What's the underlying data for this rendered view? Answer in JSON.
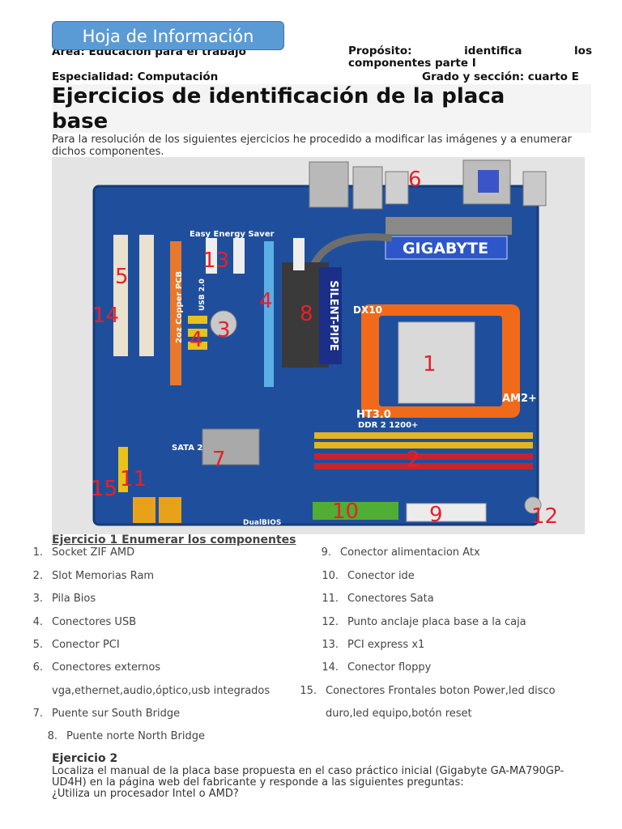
{
  "header": {
    "tab_label": "Hoja de Información",
    "area": "Area: Educación para el trabajo",
    "purpose_line1": "Propósito: identifica los",
    "purpose_line2": "componentes parte I",
    "especialidad": "Especialidad: Computación",
    "grado": "Grado y sección: cuarto E"
  },
  "doc": {
    "title": "Ejercicios de identificación de la placa base",
    "intro": "Para la resolución de los siguientes ejercicios he procedido a modificar las imágenes y a enumerar dichos componentes."
  },
  "photo": {
    "brand": "GIGABYTE",
    "cooler": "SILENT-PIPE",
    "dx10": "DX10",
    "ht30": "HT3.0",
    "am2": "AM2+",
    "ddr": "DDR 2 1200+",
    "sata": "SATA 2",
    "dualbios": "DualBIOS",
    "copper": "2oz Copper PCB",
    "energy": "Easy Energy Saver",
    "usb": "USB 2.0",
    "labels": [
      "1",
      "2",
      "3",
      "4",
      "4",
      "5",
      "6",
      "7",
      "8",
      "9",
      "10",
      "11",
      "12",
      "13",
      "14",
      "15"
    ]
  },
  "exercise1": {
    "heading": "Ejercicio 1 Enumerar los componentes",
    "left": [
      {
        "n": "1.",
        "t": "Socket ZIF AMD"
      },
      {
        "n": "2.",
        "t": "Slot Memorias Ram"
      },
      {
        "n": "3.",
        "t": "Pila Bios"
      },
      {
        "n": "4.",
        "t": "Conectores USB"
      },
      {
        "n": "5.",
        "t": "Conector PCI"
      },
      {
        "n": "6.",
        "t": "Conectores externos"
      },
      {
        "n": "",
        "t": "vga,ethernet,audio,óptico,usb integrados"
      },
      {
        "n": "7.",
        "t": "Puente sur South Bridge"
      },
      {
        "n": "8.",
        "t": "Puente norte North Bridge"
      }
    ],
    "right": [
      {
        "n": "9.",
        "t": "Conector alimentacion Atx"
      },
      {
        "n": "10.",
        "t": "Conector ide"
      },
      {
        "n": "11.",
        "t": "Conectores Sata"
      },
      {
        "n": "12.",
        "t": "Punto anclaje placa base a la caja"
      },
      {
        "n": "13.",
        "t": "PCI express x1"
      },
      {
        "n": "14.",
        "t": "Conector floppy"
      },
      {
        "n": "15.",
        "t": "Conectores Frontales boton Power,led disco"
      },
      {
        "n": "",
        "t": "duro,led equipo,botón reset"
      }
    ]
  },
  "exercise2": {
    "heading": "Ejercicio 2",
    "line1": "Localiza el manual de la placa base propuesta en el caso práctico inicial (Gigabyte GA-MA790GP-",
    "line2": "UD4H) en la página web del fabricante y responde a las siguientes preguntas:",
    "line3": "¿Utiliza un procesador Intel o AMD?"
  }
}
